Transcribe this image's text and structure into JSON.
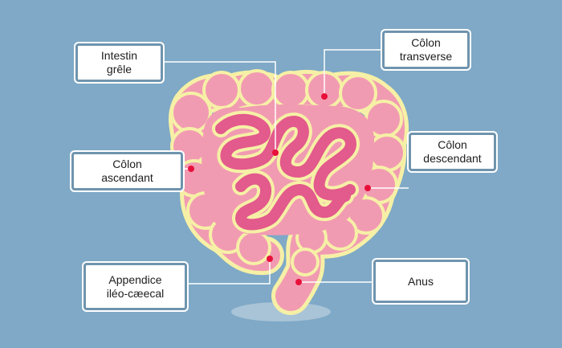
{
  "colors": {
    "background": "#7FA9C6",
    "outline": "#F6F0A6",
    "colon_fill": "#F19BB2",
    "small_intestine": "#E35A8C",
    "marker": "#E8103A",
    "shadow": "#A9C4D7",
    "leader_line": "#ffffff"
  },
  "labels": {
    "intestin_grele": "Intestin\ngrêle",
    "colon_transverse": "Côlon\ntransverse",
    "colon_ascendant": "Côlon\nascendant",
    "colon_descendant": "Côlon\ndescendant",
    "appendice": "Appendice\niléo-cæecal",
    "anus": "Anus"
  }
}
